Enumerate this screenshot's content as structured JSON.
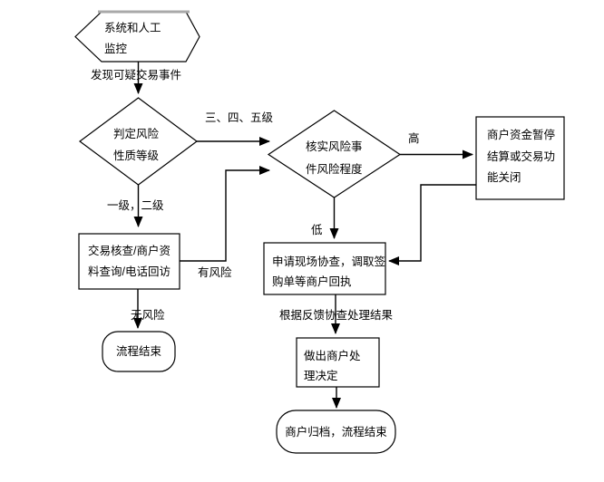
{
  "flowchart": {
    "nodes": {
      "monitor": {
        "shape": "hexagon",
        "lines": [
          "系统和人工",
          "监控"
        ]
      },
      "judge": {
        "shape": "diamond",
        "lines": [
          "判定风险",
          "性质等级"
        ]
      },
      "verify": {
        "shape": "diamond",
        "lines": [
          "核实风险事",
          "件风险程度"
        ]
      },
      "suspend": {
        "shape": "rect",
        "lines": [
          "商户资金暂停",
          "结算或交易功",
          "能关闭"
        ]
      },
      "check": {
        "shape": "rect",
        "lines": [
          "交易核查/商户资",
          "料查询/电话回访"
        ]
      },
      "onsite": {
        "shape": "rect",
        "lines": [
          "申请现场协查，调取签",
          "购单等商户回执"
        ]
      },
      "decision": {
        "shape": "rect",
        "lines": [
          "做出商户处",
          "理决定"
        ]
      },
      "end_simple": {
        "shape": "terminator",
        "lines": [
          "流程结束"
        ]
      },
      "end_archive": {
        "shape": "terminator",
        "lines": [
          "商户归档，流程结束"
        ]
      }
    },
    "labels": {
      "suspect_event": "发现可疑交易事件",
      "level_345": "三、四、五级",
      "level_12": "一级，二级",
      "no_risk": "无风险",
      "has_risk": "有风险",
      "high": "高",
      "low": "低",
      "feedback_result": "根据反馈协查处理结果"
    },
    "colors": {
      "line": "#000000",
      "node_fill": "#ffffff",
      "background": "#ffffff",
      "hexagon_top_edge": "#a9a9a9"
    }
  }
}
